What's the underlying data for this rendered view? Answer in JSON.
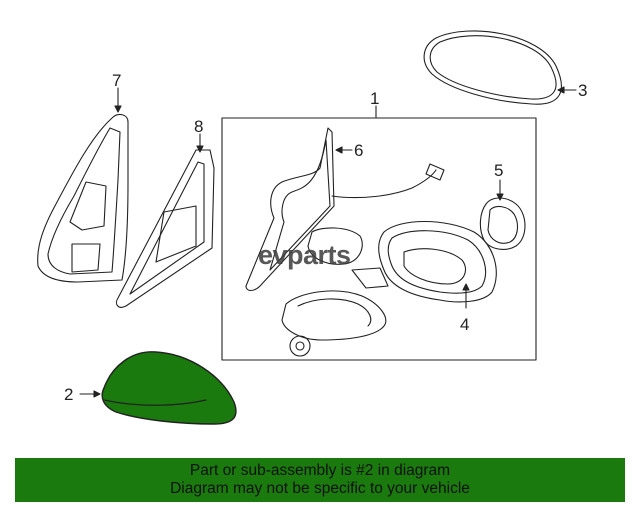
{
  "diagram": {
    "callouts": [
      {
        "num": "1"
      },
      {
        "num": "2"
      },
      {
        "num": "3"
      },
      {
        "num": "4"
      },
      {
        "num": "5"
      },
      {
        "num": "6"
      },
      {
        "num": "7"
      },
      {
        "num": "8"
      }
    ],
    "highlight_color": "#1a7a0e",
    "watermark": "evparts"
  },
  "banner": {
    "line1": "Part or sub-assembly is #2 in diagram",
    "line2": "Diagram may not be specific to your vehicle",
    "color": "#1a7a0e"
  }
}
